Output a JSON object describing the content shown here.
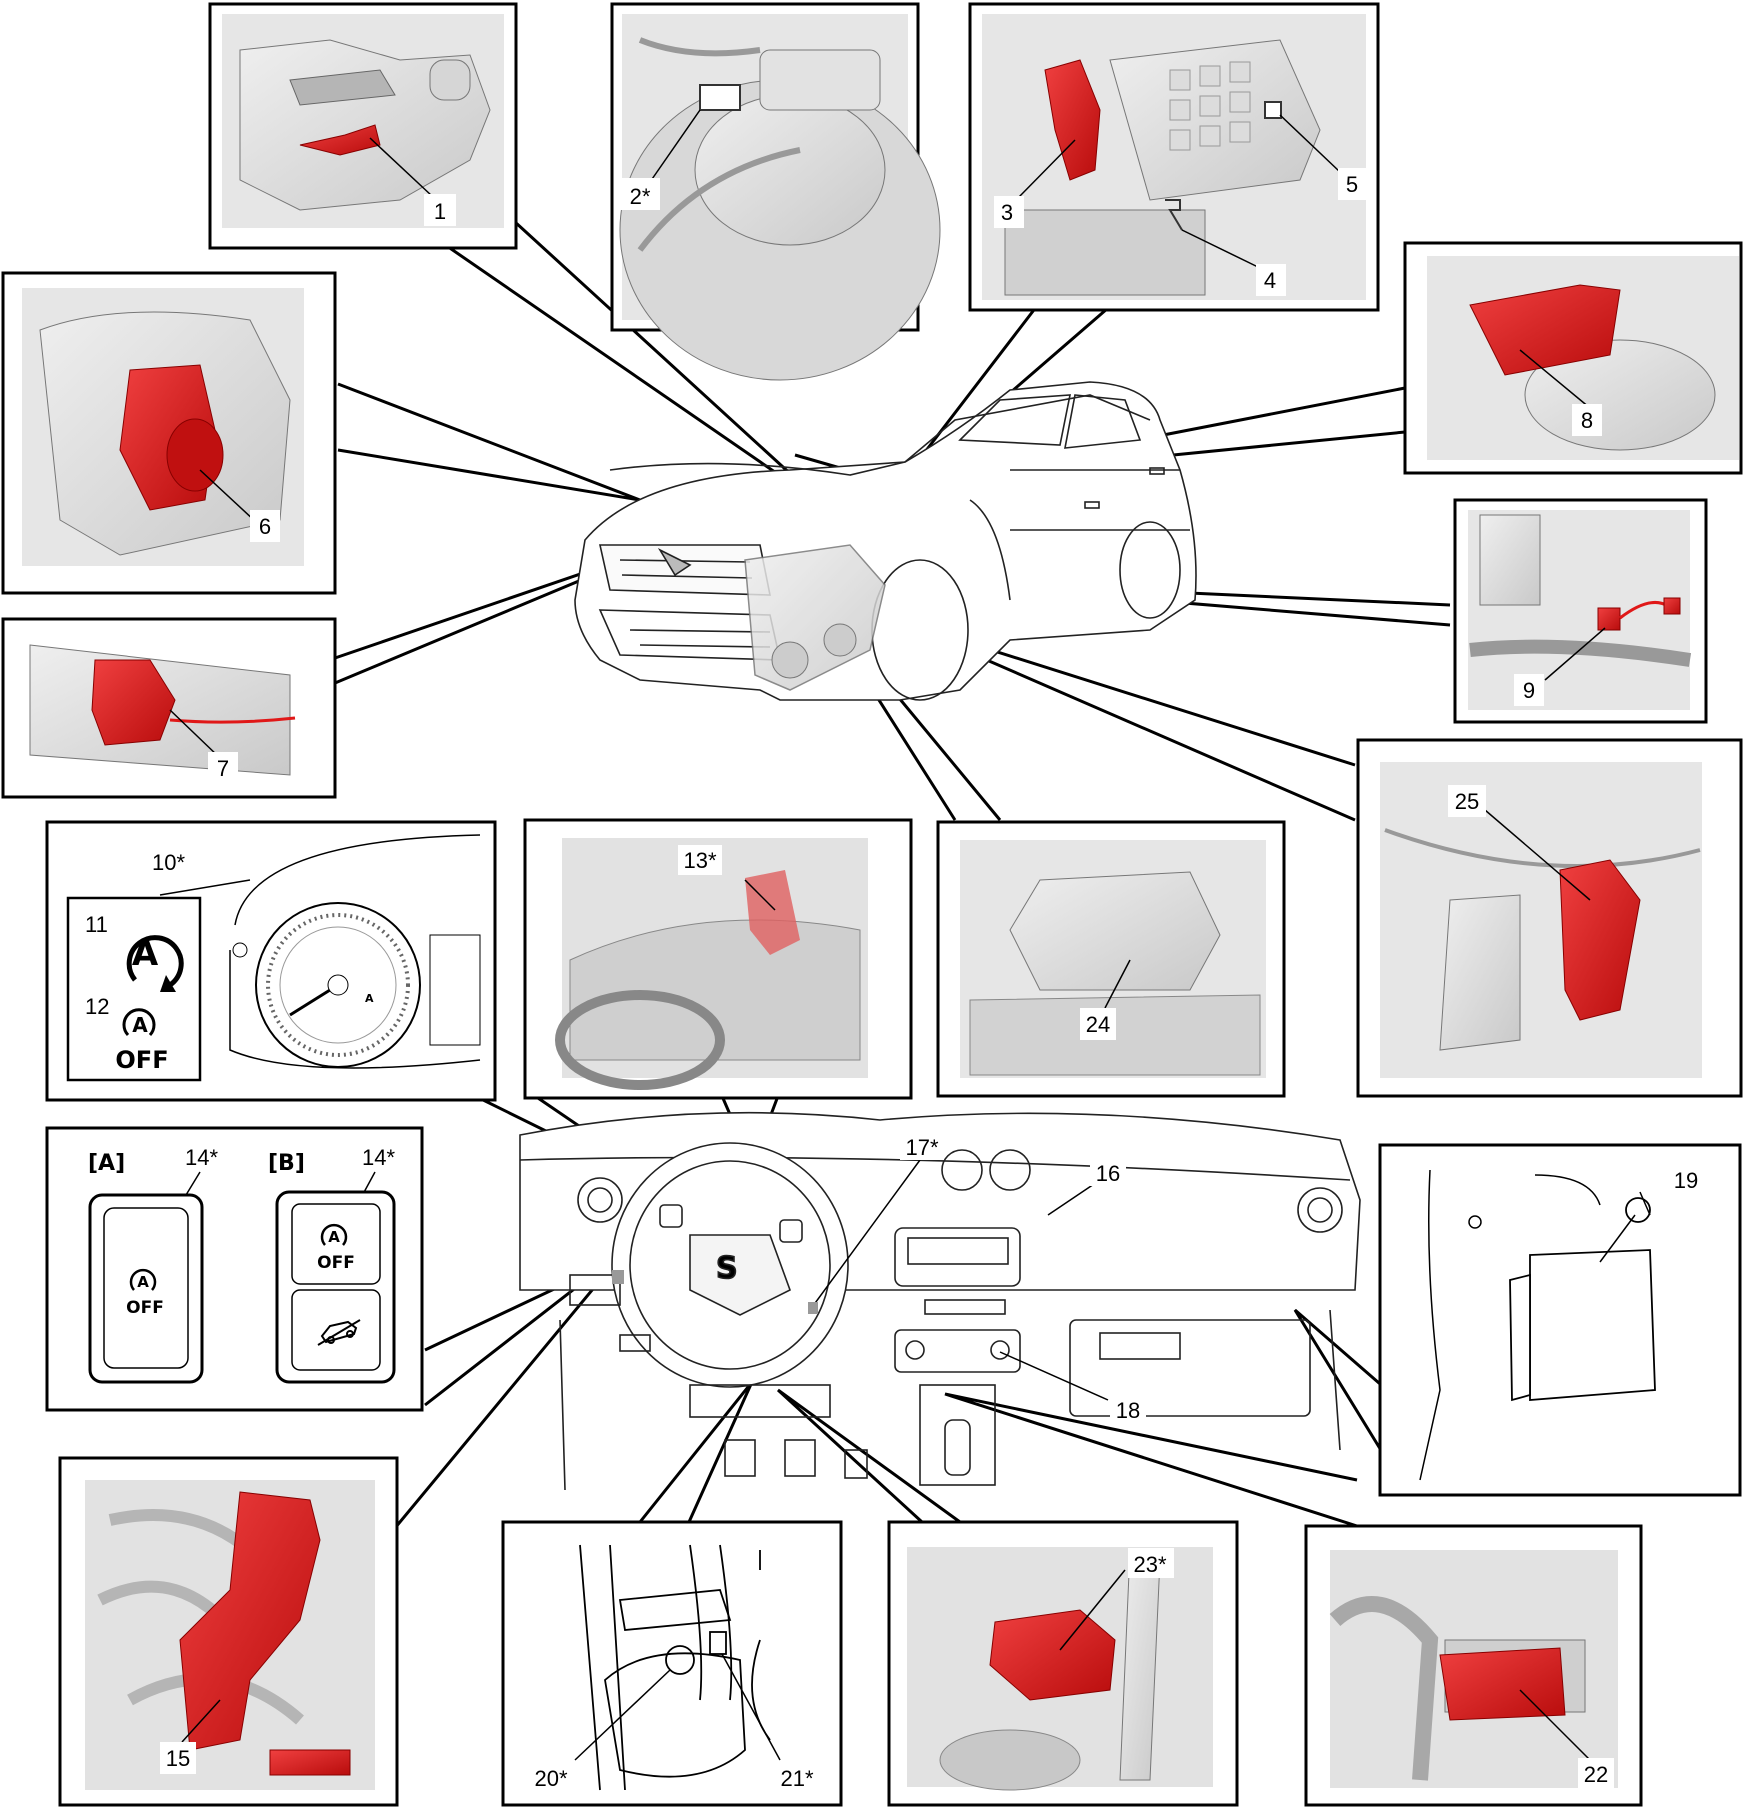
{
  "callouts": {
    "c1": "1",
    "c2": "2*",
    "c3": "3",
    "c4": "4",
    "c5": "5",
    "c6": "6",
    "c7": "7",
    "c8": "8",
    "c9": "9",
    "c10": "10*",
    "c11": "11",
    "c12": "12",
    "c13": "13*",
    "c14a": "14*",
    "c14b": "14*",
    "c15": "15",
    "c16": "16",
    "c17": "17*",
    "c18": "18",
    "c19": "19",
    "c20": "20*",
    "c21": "21*",
    "c22": "22",
    "c23": "23*",
    "c24": "24",
    "c25": "25"
  },
  "switch_panel": {
    "variant_a": "[A]",
    "variant_b": "[B]"
  },
  "indicator": {
    "letter": "A",
    "off_text": "OFF"
  },
  "colors": {
    "highlight": "#e01818",
    "part_gray": "#c8c8c8",
    "background_gray": "#e6e6e6",
    "line": "#000000"
  },
  "icons": {
    "auto_stop_start": "auto-stop-start-icon",
    "auto_stop_start_off": "auto-stop-start-off-icon",
    "hill_descent": "hill-descent-icon"
  }
}
